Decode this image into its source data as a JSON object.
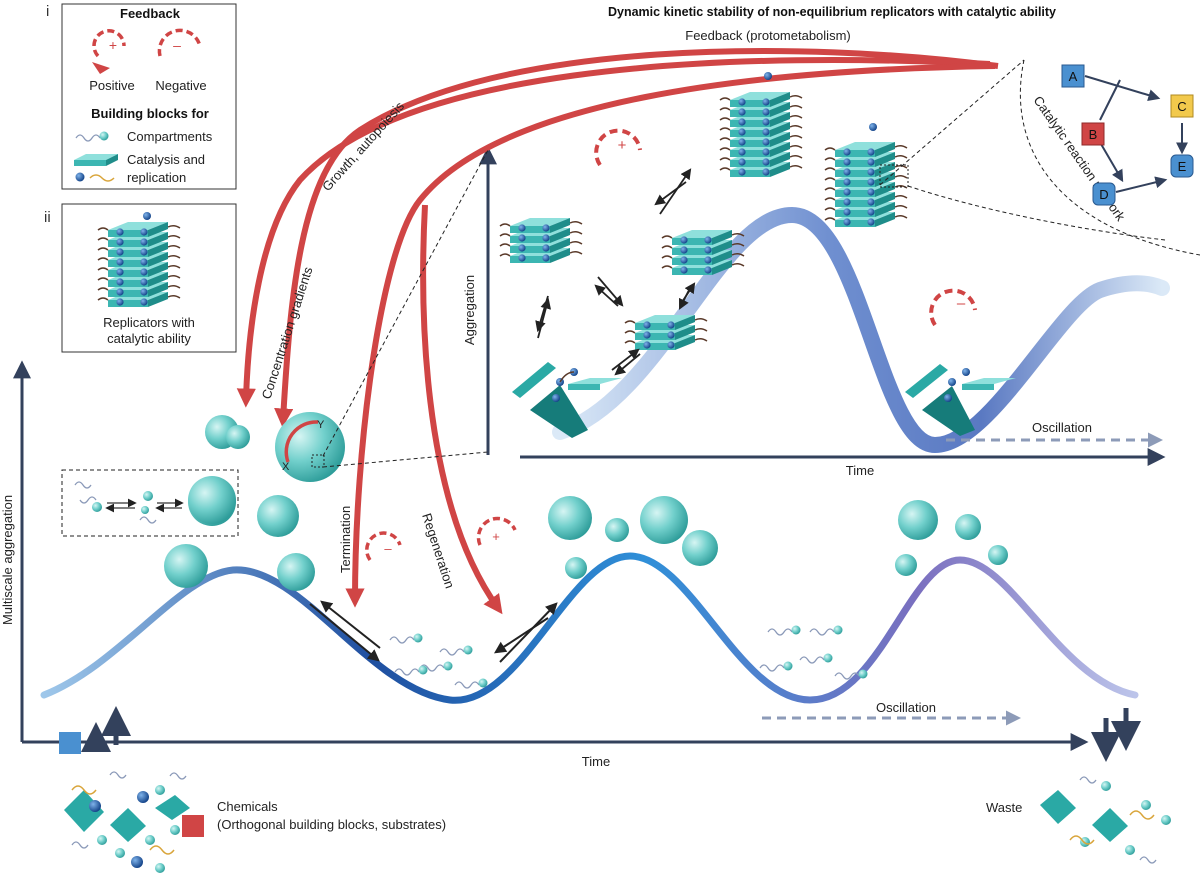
{
  "title": "Dynamic kinetic stability of non-equilibrium replicators with catalytic ability",
  "legend": {
    "panel_i_label": "i",
    "feedback_title": "Feedback",
    "positive": "Positive",
    "negative": "Negative",
    "building_blocks_title": "Building blocks for",
    "compartments": "Compartments",
    "catalysis_line1": "Catalysis and",
    "catalysis_line2": "replication",
    "panel_ii_label": "ii",
    "replicators_line1": "Replicators with",
    "replicators_line2": "catalytic ability"
  },
  "main_axes": {
    "y_label": "Multiscale aggregation",
    "x_label": "Time"
  },
  "inset_axes": {
    "y_label": "Aggregation",
    "x_label": "Time"
  },
  "arrow_labels": {
    "feedback": "Feedback (protometabolism)",
    "growth": "Growth, autopoiesis",
    "gradients": "Concentration gradients",
    "termination": "Termination",
    "regeneration": "Regeneration"
  },
  "oscillation_inset": "Oscillation",
  "oscillation_main": "Oscillation",
  "vesicle_axis_x": "X",
  "vesicle_axis_y": "Y",
  "network": {
    "label": "Catalytic reaction network",
    "nodes": [
      "A",
      "B",
      "C",
      "D",
      "E"
    ]
  },
  "feedback_signs": {
    "plus": "+",
    "minus": "–"
  },
  "chemicals_line1": "Chemicals",
  "chemicals_line2": "(Orthogonal building blocks, substrates)",
  "waste": "Waste",
  "colors": {
    "feedback_red": "#d04545",
    "axis_navy": "#33415c",
    "teal": "#5cc6c4",
    "dark_blue": "#1a5aa0",
    "node_blue": "#4a90d0",
    "node_red": "#d04545",
    "node_yellow": "#f2c94c"
  }
}
